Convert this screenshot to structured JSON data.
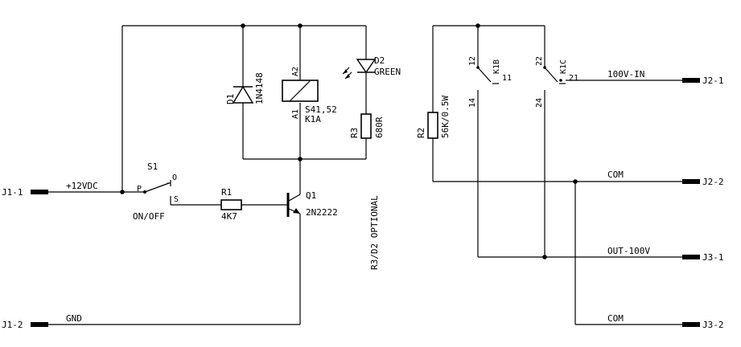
{
  "connectors": {
    "j1_1": "J1-1",
    "j1_2": "J1-2",
    "j2_1": "J2-1",
    "j2_2": "J2-2",
    "j3_1": "J3-1",
    "j3_2": "J3-2"
  },
  "nets": {
    "v12": "+12VDC",
    "gnd": "GND",
    "in100": "100V-IN",
    "com1": "COM",
    "out100": "OUT-100V",
    "com2": "COM"
  },
  "switch": {
    "ref": "S1",
    "pin_p": "P",
    "pin_o": "O",
    "pin_s": "S",
    "label": "ON/OFF"
  },
  "r1": {
    "ref": "R1",
    "value": "4K7"
  },
  "q1": {
    "ref": "Q1",
    "value": "2N2222"
  },
  "d1": {
    "ref": "D1",
    "value": "1N4148"
  },
  "relay": {
    "ref": "S41,52",
    "sub": "K1A",
    "pin_a1": "A1",
    "pin_a2": "A2"
  },
  "d2": {
    "ref": "D2",
    "value": "GREEN"
  },
  "r3": {
    "ref": "R3",
    "value": "680R"
  },
  "note": "R3/D2 OPTIONAL",
  "r2": {
    "ref": "R2",
    "value": "56K/0.5W"
  },
  "k1b": {
    "ref": "K1B",
    "pin12": "12",
    "pin11": "11",
    "pin14": "14"
  },
  "k1c": {
    "ref": "K1C",
    "pin22": "22",
    "pin21": "21",
    "pin24": "24"
  }
}
